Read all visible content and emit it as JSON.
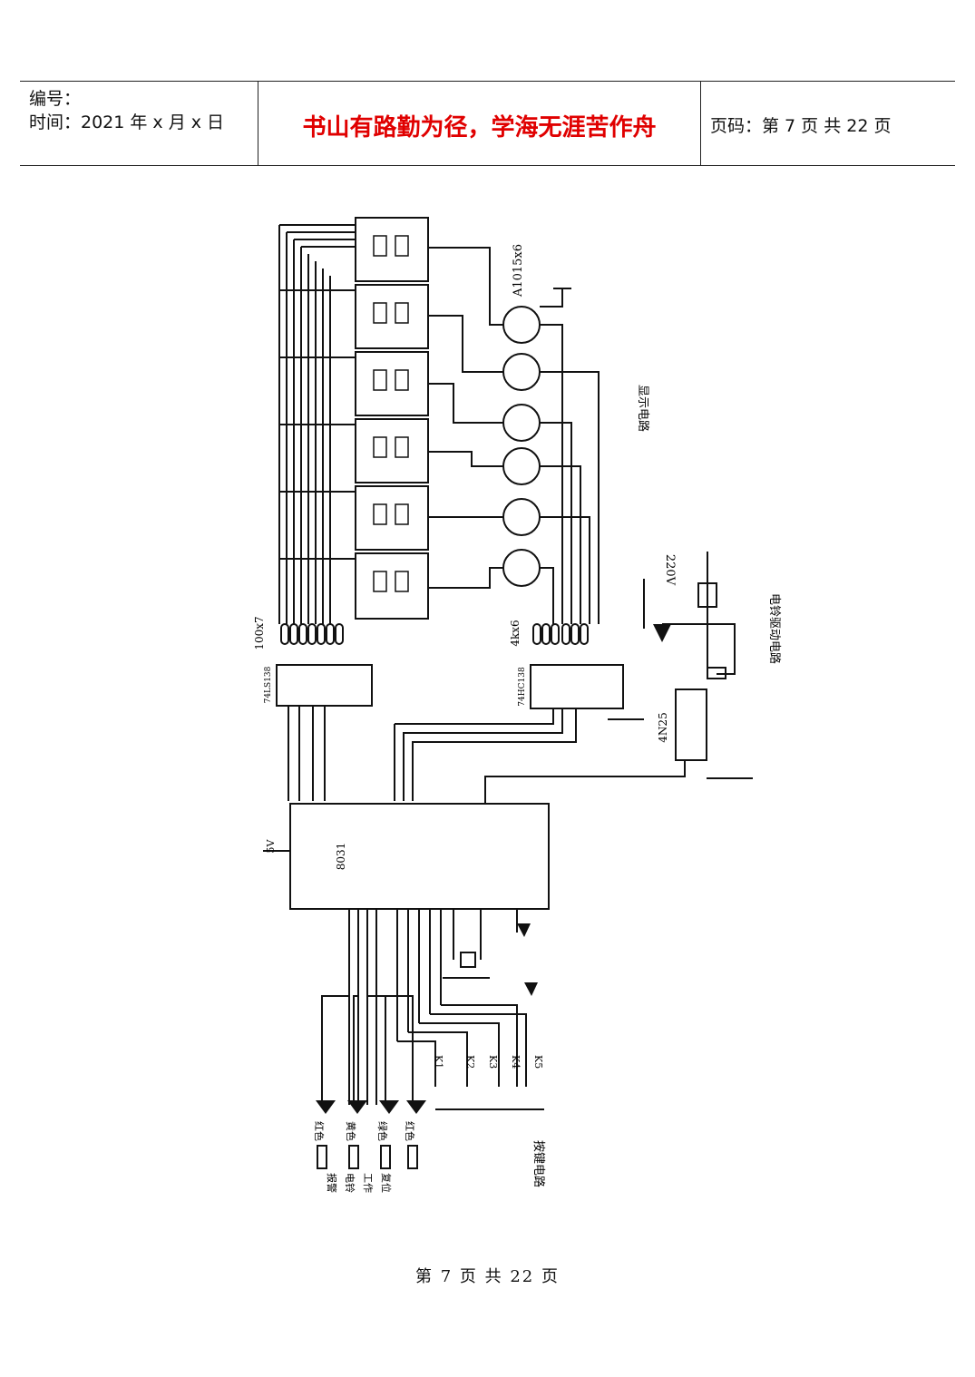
{
  "header": {
    "serial_label": "编号：",
    "time_label": "时间：2021 年 x 月 x 日",
    "motto": "书山有路勤为径，学海无涯苦作舟",
    "page_label": "页码：第 7 页  共 22 页"
  },
  "figure": {
    "transistor_label": "A1015x6",
    "display_circuit": "显示电路",
    "voltage_220": "220V",
    "bell_circuit": "电铃驱动电路",
    "resistor_array": "100x7",
    "resistor_array2": "4kx6",
    "decoder1": "74LS138",
    "decoder2": "74HC138",
    "optocoupler": "4N25",
    "mcu": "8031",
    "power_5v": "5V",
    "key_circuit": "按键电路",
    "keys": [
      "K1",
      "K2",
      "K3",
      "K4",
      "K5"
    ],
    "leds": [
      "红色",
      "黄色",
      "绿色",
      "红色"
    ],
    "led_notes": [
      "报警",
      "电铃",
      "工作",
      "复位"
    ]
  },
  "footer": {
    "text": "第 7 页 共 22 页"
  }
}
